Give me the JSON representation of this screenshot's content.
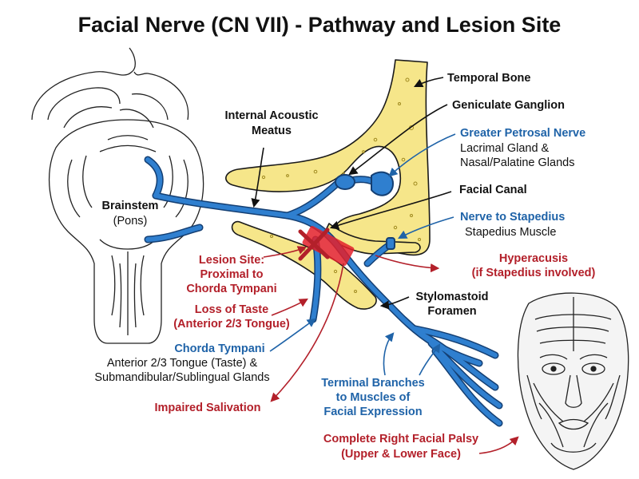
{
  "title": "Facial Nerve (CN VII) - Pathway and Lesion Site",
  "colors": {
    "nerve": "#2f7fcf",
    "nerve_outline": "#143f73",
    "bone": "#f6e68a",
    "bone_outline": "#1a1a1a",
    "lesion": "#e3202a",
    "label_blue": "#1f63a8",
    "label_red": "#b3202a"
  },
  "labels": {
    "temporal_bone": "Temporal Bone",
    "geniculate_ganglion": "Geniculate Ganglion",
    "internal_acoustic_meatus": [
      "Internal Acoustic",
      "Meatus"
    ],
    "greater_petrosal_nerve": "Greater Petrosal Nerve",
    "greater_petrosal_targets": [
      "Lacrimal Gland &",
      "Nasal/Palatine Glands"
    ],
    "brainstem": "Brainstem",
    "pons": "(Pons)",
    "facial_canal": "Facial Canal",
    "nerve_to_stapedius": "Nerve to Stapedius",
    "stapedius_muscle": "Stapedius Muscle",
    "lesion_site": [
      "Lesion Site:",
      "Proximal to",
      "Chorda Tympani"
    ],
    "hyperacusis": [
      "Hyperacusis",
      "(if Stapedius involved)"
    ],
    "stylomastoid_foramen": [
      "Stylomastoid",
      "Foramen"
    ],
    "loss_of_taste": [
      "Loss of Taste",
      "(Anterior 2/3 Tongue)"
    ],
    "chorda_tympani": "Chorda Tympani",
    "chorda_tympani_targets": [
      "Anterior 2/3 Tongue (Taste) &",
      "Submandibular/Sublingual Glands"
    ],
    "terminal_branches": [
      "Terminal Branches",
      "to Muscles of",
      "Facial Expression"
    ],
    "impaired_salivation": "Impaired Salivation",
    "facial_palsy": [
      "Complete Right Facial Palsy",
      "(Upper & Lower Face)"
    ]
  }
}
